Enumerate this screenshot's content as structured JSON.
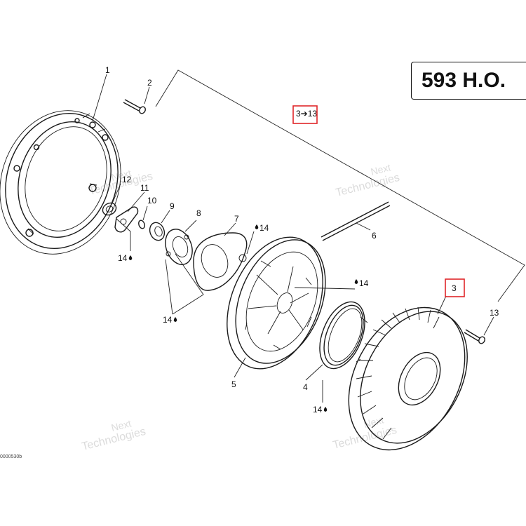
{
  "title": "593 H.O.",
  "reference_code": "0000530b",
  "watermark": {
    "line1": "Next",
    "line2": "Technologies"
  },
  "callouts": {
    "c1": "1",
    "c2": "2",
    "c3_13": "3➔13",
    "c3": "3",
    "c4": "4",
    "c5": "5",
    "c6": "6",
    "c7": "7",
    "c8": "8",
    "c9": "9",
    "c10": "10",
    "c11": "11",
    "c12": "12",
    "c13": "13",
    "c14a": "14",
    "c14b": "14",
    "c14c": "14",
    "c14d": "14",
    "c14e": "14"
  },
  "colors": {
    "highlight": "#e0262a",
    "line": "#1a1a1a"
  }
}
